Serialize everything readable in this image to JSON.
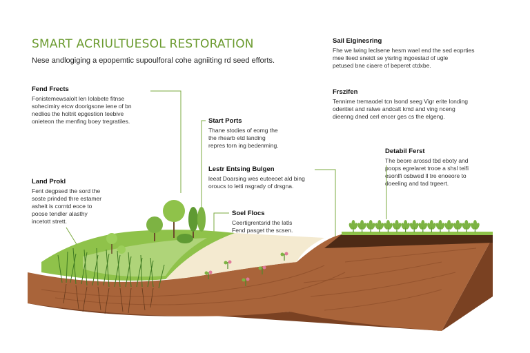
{
  "header": {
    "title": "SMART ACRIULTUESOL RESTORATION",
    "subtitle": "Nese andlogiging a epopemtic supoulforal cohe agniiting rd seed efforts."
  },
  "callouts": [
    {
      "id": "fend-frects",
      "heading": "Fend Frects",
      "body": "Fonistemewsalolt len lolabete fitnse\nsohecimiry etcw doorigsone iene of bn\nnedlios the holtrit epgestion teebive\nonieteon the menfing boey tregratiles."
    },
    {
      "id": "start-ports",
      "heading": "Start Ports",
      "body": "Thane stodies of eomg the\nthe rhearb etd landing\nrepres torn ing bedenming."
    },
    {
      "id": "land-prokl",
      "heading": "Land Prokl",
      "body": "Fent degpsed the sord the\nsoste prinded thre estamer\nasheit is corntd eoce to\npoose tendler alasthy\nincetott strett."
    },
    {
      "id": "lestr-entsing",
      "heading": "Lestr Entsing Bulgen",
      "body": "leeat Doarsing wes euteeoet ald bing\noroucs to letti nsgrady of drsgna."
    },
    {
      "id": "soil-flows",
      "heading": "Soel Flocs",
      "body": "Ceertigrentsrid the latls\nFend pasget the scsen."
    },
    {
      "id": "soil-engineering",
      "heading": "Sail Elginesring",
      "body": "Fhe we lwing leclsene hesm wael end the sed eoprties\nmee lleed sneidt se yisrlng ingoestad of ugle\npetused bne ciaere of beperet ctdxbe."
    },
    {
      "id": "fraxifen",
      "heading": "Frszifen",
      "body": "Tennirne tremaodel tcn lsond seeg Vigr erite londing\noderitiet and ralwe andcalt kmd and ving nceng\ndieenng dned cerl encer ges cs the elgeng."
    },
    {
      "id": "detabil-ferst",
      "heading": "Detabil Ferst",
      "body": "The beore arossd tbd eboty and\npoops egrelaret trooe a shsl teifi\nesonlfi osbwed ll tre enoeore to\ndoeeling and tad trgeert."
    }
  ],
  "colors": {
    "accent": "#6a9a2e",
    "grass": "#8fc24a",
    "soil": "#a9643a",
    "soil_dark": "#7a4122",
    "sand": "#f4ead0"
  }
}
